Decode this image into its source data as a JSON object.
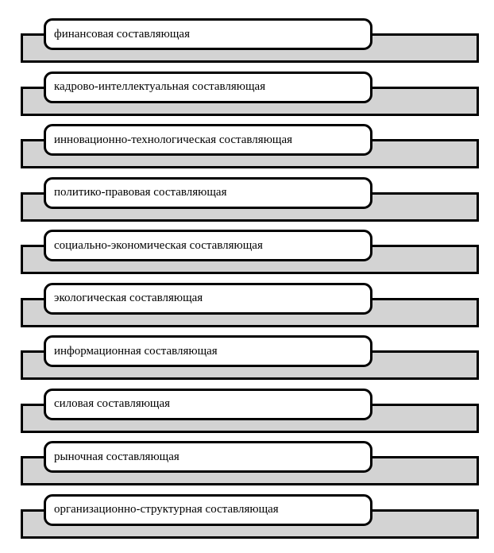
{
  "diagram": {
    "title": "components-diagram",
    "colors": {
      "bar_fill": "#d3d3d3",
      "box_fill": "#ffffff",
      "border": "#000000",
      "text": "#000000"
    },
    "items": [
      {
        "label": "финансовая составляющая"
      },
      {
        "label": "кадрово-интеллектуальная составляющая"
      },
      {
        "label": "инновационно-технологическая составляющая"
      },
      {
        "label": "политико-правовая составляющая"
      },
      {
        "label": "социально-экономическая составляющая"
      },
      {
        "label": "экологическая составляющая"
      },
      {
        "label": "информационная составляющая"
      },
      {
        "label": "силовая составляющая"
      },
      {
        "label": "рыночная составляющая"
      },
      {
        "label": "организационно-структурная составляющая"
      }
    ]
  }
}
